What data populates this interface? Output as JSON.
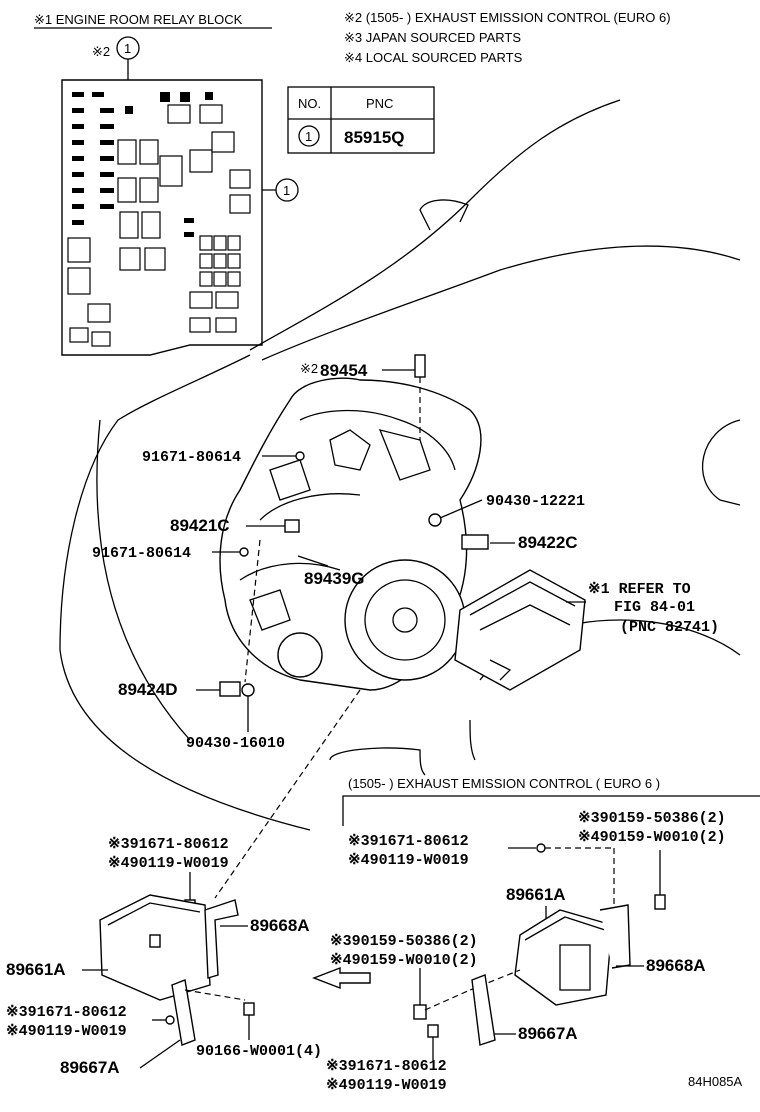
{
  "notes": {
    "n1": "※1 ENGINE ROOM RELAY BLOCK",
    "n2": "※2 (1505-      ) EXHAUST EMISSION CONTROL (EURO 6)",
    "n3": "※3 JAPAN SOURCED PARTS",
    "n4": "※4 LOCAL SOURCED PARTS"
  },
  "pnc_table": {
    "header_no": "NO.",
    "header_pnc": "PNC",
    "row_no": "1",
    "row_pnc": "85915Q"
  },
  "relay_block": {
    "mark": "※2",
    "callout_top": "1",
    "callout_side": "1"
  },
  "parts": {
    "p89454_prefix": "※2",
    "p89454": "89454",
    "p91671_80614_a": "91671-80614",
    "p90430_12221": "90430-12221",
    "p89421c": "89421C",
    "p89422c": "89422C",
    "p91671_80614_b": "91671-80614",
    "p89439g": "89439G",
    "ref1": "※1 REFER TO",
    "ref2": "FIG 84-01",
    "ref3": "(PNC 82741)",
    "p89424d": "89424D",
    "p90430_16010": "90430-16010"
  },
  "inset": {
    "title": "(1505-      ) EXHAUST EMISSION CONTROL ( EURO 6 )",
    "r_90159_50386": "※390159-50386(2)",
    "r_90159_w0010": "※490159-W0010(2)",
    "r_91671_80612": "※391671-80612",
    "r_90119_w0019": "※490119-W0019",
    "r_89661a": "89661A",
    "r_89668a": "89668A",
    "m_90159_50386": "※390159-50386(2)",
    "m_90159_w0010": "※490159-W0010(2)",
    "r_89667a": "89667A",
    "b_91671_80612": "※391671-80612",
    "b_90119_w0019": "※490119-W0019"
  },
  "left_assy": {
    "t_91671_80612": "※391671-80612",
    "t_90119_w0019": "※490119-W0019",
    "l_89668a": "89668A",
    "l_89661a": "89661A",
    "m_91671_80612": "※391671-80612",
    "m_90119_w0019": "※490119-W0019",
    "l_90166": "90166-W0001(4)",
    "l_89667a": "89667A"
  },
  "figure_code": "84H085A"
}
